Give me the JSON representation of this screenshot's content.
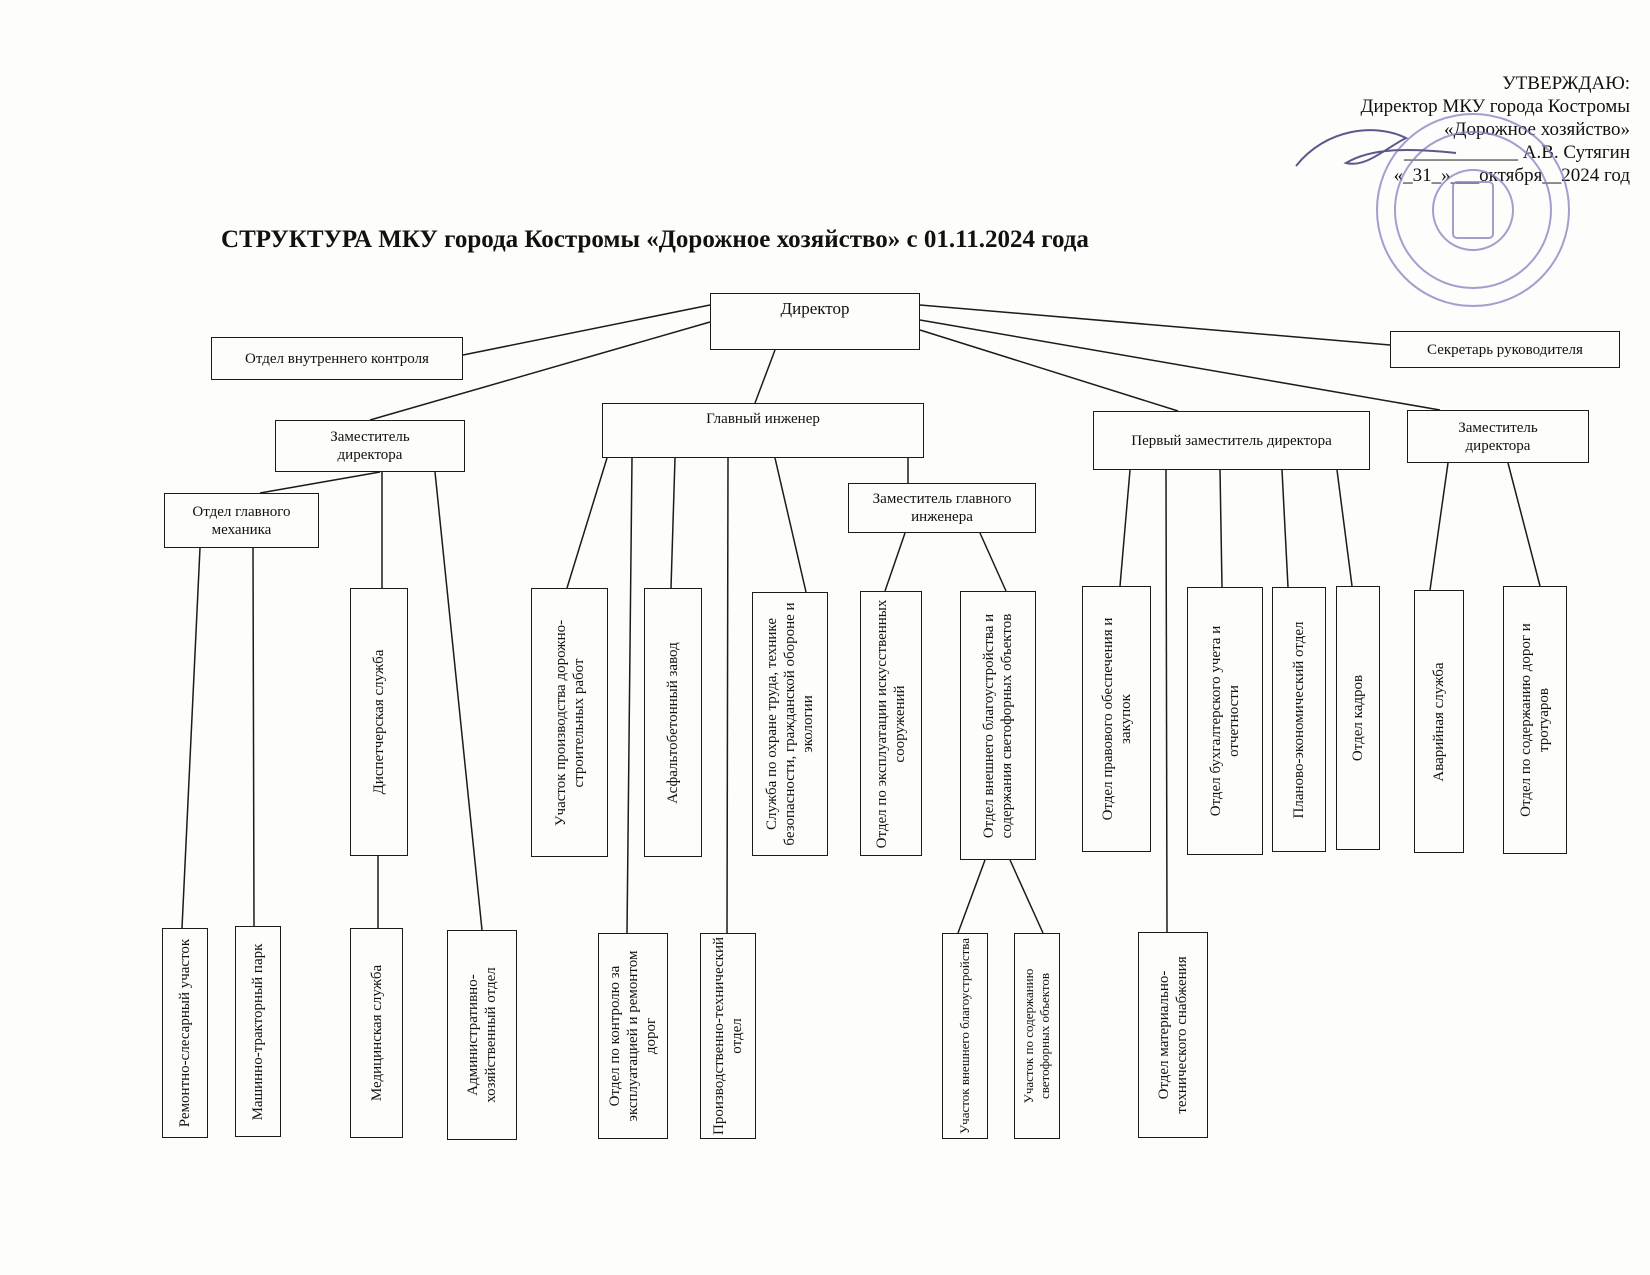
{
  "approval": {
    "line1": "УТВЕРЖДАЮ:",
    "line2": "Директор МКУ города Костромы",
    "line3": "«Дорожное хозяйство»",
    "line4": "____________ А.В. Сутягин",
    "line5": "«_31_»___октября__2024 год"
  },
  "title": "СТРУКТУРА МКУ города Костромы «Дорожное хозяйство» с 01.11.2024 года",
  "nodes": {
    "director": "Директор",
    "internal_control": "Отдел внутреннего контроля",
    "secretary": "Секретарь руководителя",
    "deputy_left": "Заместитель директора",
    "chief_engineer": "Главный инженер",
    "first_deputy": "Первый заместитель директора",
    "deputy_right": "Заместитель директора",
    "chief_mechanic": "Отдел главного механика",
    "dispatch": "Диспетчерская служба",
    "repair_shop": "Ремонтно-слесарный участок",
    "machine_park": "Машинно-тракторный парк",
    "medical": "Медицинская служба",
    "admin_econ": "Административно-хозяйственный отдел",
    "road_construction": "Участок производства дорожно-строительных работ",
    "asphalt_plant": "Асфальтобетонный завод",
    "labor_safety": "Служба по охране труда, технике безопасности, гражданской обороне и экологии",
    "road_control": "Отдел по контролю за эксплуатацией и ремонтом дорог",
    "production_tech": "Производственно-технический отдел",
    "deputy_chief_engineer": "Заместитель главного инженера",
    "artificial_structures": "Отдел по эксплуатации искусственных сооружений",
    "landscaping_dept": "Отдел внешнего благоустройства и содержания светофорных объектов",
    "landscaping_site": "Участок внешнего благоустройства",
    "traffic_lights_site": "Участок по содержанию светофорных объектов",
    "legal": "Отдел правового обеспечения и закупок",
    "supply": "Отдел материально-технического снабжения",
    "accounting": "Отдел бухгалтерского учета и отчетности",
    "planning": "Планово-экономический отдел",
    "hr": "Отдел кадров",
    "emergency": "Аварийная служба",
    "road_maintenance": "Отдел по содержанию дорог и тротуаров"
  }
}
